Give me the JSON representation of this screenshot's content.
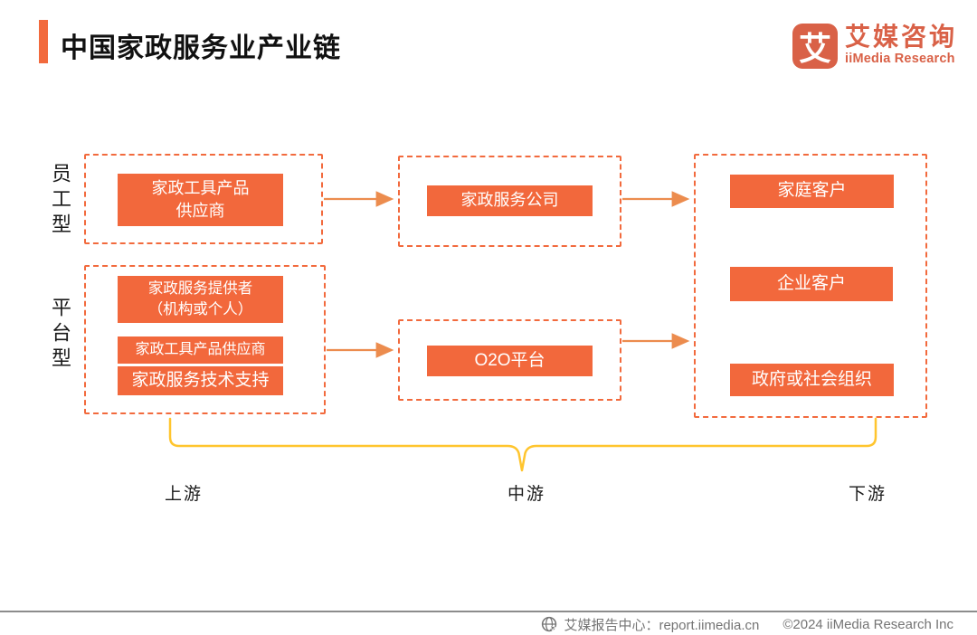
{
  "header": {
    "title": "中国家政服务业产业链",
    "logo": {
      "icon_char": "艾",
      "name_cn": "艾媒咨询",
      "name_en": "iiMedia Research"
    }
  },
  "diagram": {
    "row_labels": {
      "employee": "员工型",
      "platform": "平台型"
    },
    "nodes": {
      "employee_supplier": {
        "line1": "家政工具产品",
        "line2": "供应商"
      },
      "service_company": "家政服务公司",
      "family_customer": "家庭客户",
      "enterprise_customer": "企业客户",
      "government_org": "政府或社会组织",
      "platform_provider": {
        "line1": "家政服务提供者",
        "line2": "（机构或个人）"
      },
      "platform_supplier": "家政工具产品供应商",
      "platform_tech": "家政服务技术支持",
      "o2o_platform": "O2O平台"
    },
    "stages": {
      "upstream": "上游",
      "midstream": "中游",
      "downstream": "下游"
    }
  },
  "footer": {
    "report_center": "艾媒报告中心：report.iimedia.cn",
    "copyright": "©2024  iiMedia Research  Inc"
  },
  "colors": {
    "box_orange": "#F2683C",
    "dashed_orange": "#F26A3D",
    "logo_orange": "#D96147",
    "arrow_orange": "#EC8C4E",
    "bracket_yellow": "#FFC52E",
    "footer_gray": "#757575"
  }
}
